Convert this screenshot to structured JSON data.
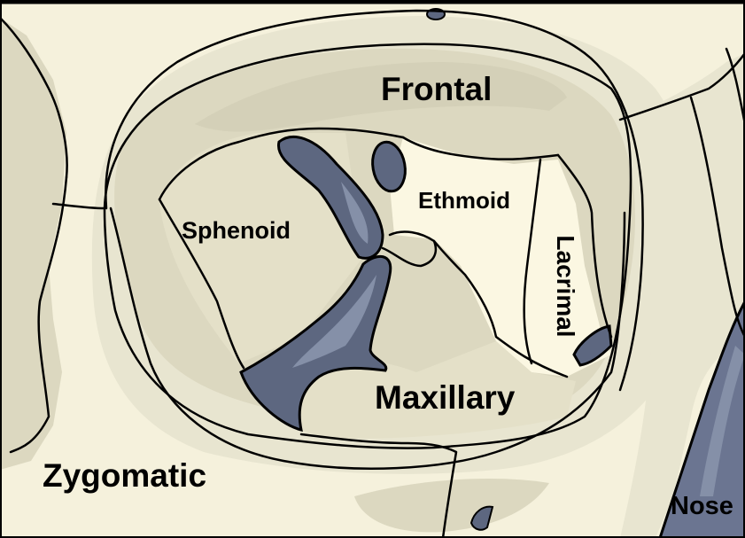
{
  "labels": {
    "frontal": "Frontal",
    "sphenoid": "Sphenoid",
    "ethmoid": "Ethmoid",
    "lacrimal": "Lacrimal",
    "maxillary": "Maxillary",
    "zygomatic": "Zygomatic",
    "nose": "Nose"
  },
  "colors": {
    "background": "#f5f1dc",
    "bone_shade": "#dcd8c0",
    "bone_mid": "#e8e5d0",
    "ethmoid": "#fbf7e2",
    "fissure": "#5d6780",
    "fissure_highlight": "#8590a8",
    "nose": "#6b7591",
    "outline": "#000000"
  }
}
